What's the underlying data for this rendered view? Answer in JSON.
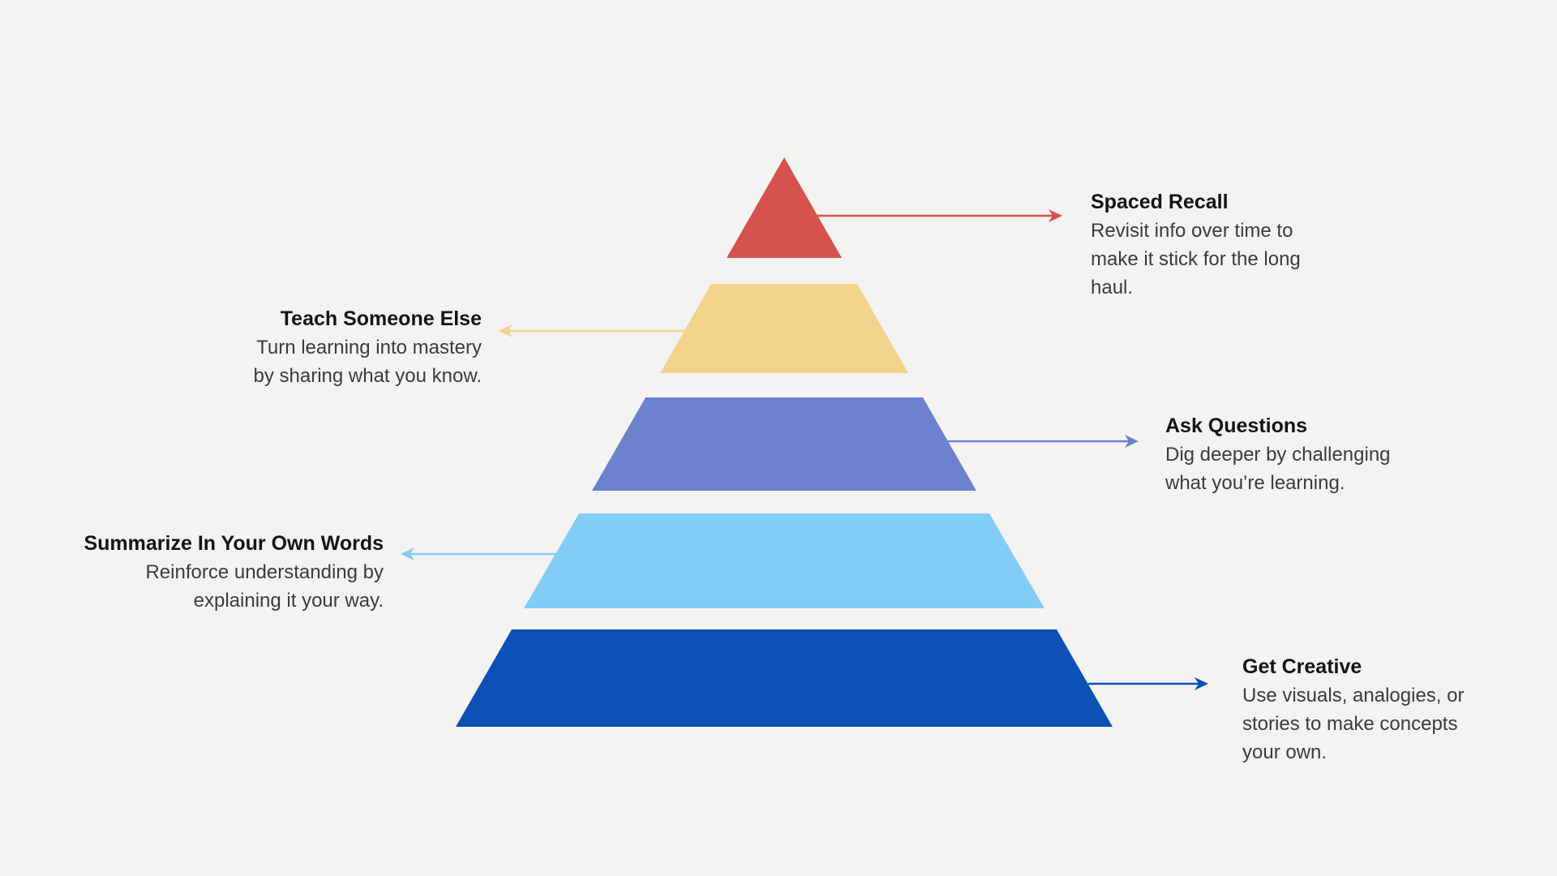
{
  "theme": {
    "background": "#f4f3f1",
    "title_color": "#141414",
    "body_color": "#3b3b3d"
  },
  "levels": [
    {
      "rank": 1,
      "title": "Spaced Recall",
      "description_lines": [
        "Revisit info over time to",
        "make it stick for the long",
        "haul."
      ],
      "color": "#d5524e",
      "side": "right"
    },
    {
      "rank": 2,
      "title": "Teach Someone Else",
      "description_lines": [
        "Turn learning into mastery",
        "by sharing what you know."
      ],
      "color": "#f2d38c",
      "side": "left"
    },
    {
      "rank": 3,
      "title": "Ask Questions",
      "description_lines": [
        "Dig deeper by challenging",
        "what you’re learning."
      ],
      "color": "#6d82ce",
      "side": "right"
    },
    {
      "rank": 4,
      "title": "Summarize In Your Own Words",
      "description_lines": [
        "Reinforce understanding by",
        "explaining it your way."
      ],
      "color": "#82cdf5",
      "side": "left"
    },
    {
      "rank": 5,
      "title": "Get Creative",
      "description_lines": [
        "Use visuals, analogies, or",
        "stories to make concepts",
        "your own."
      ],
      "color": "#0b51b7",
      "side": "right"
    }
  ]
}
